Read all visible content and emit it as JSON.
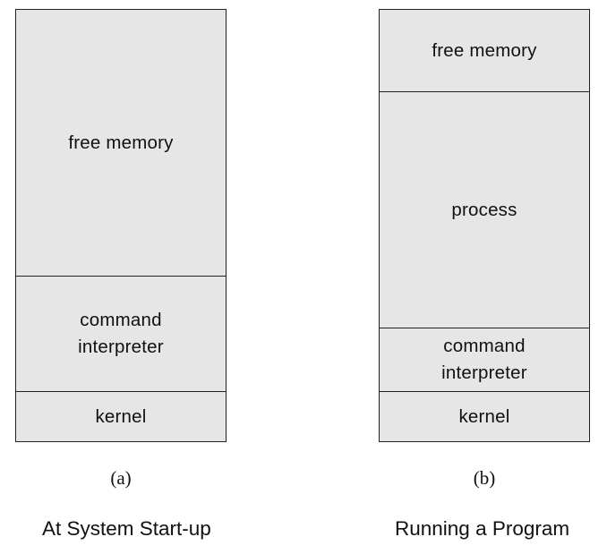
{
  "panels": [
    {
      "letter": "(a)",
      "title": "At System Start-up",
      "regions": [
        {
          "label": "free memory"
        },
        {
          "label": "command\ninterpreter"
        },
        {
          "label": "kernel"
        }
      ]
    },
    {
      "letter": "(b)",
      "title": "Running a Program",
      "regions": [
        {
          "label": "free memory"
        },
        {
          "label": "process"
        },
        {
          "label": "command\ninterpreter"
        },
        {
          "label": "kernel"
        }
      ]
    }
  ],
  "colors": {
    "region_fill": "#e6e6e6",
    "border": "#222222",
    "text": "#111111"
  }
}
